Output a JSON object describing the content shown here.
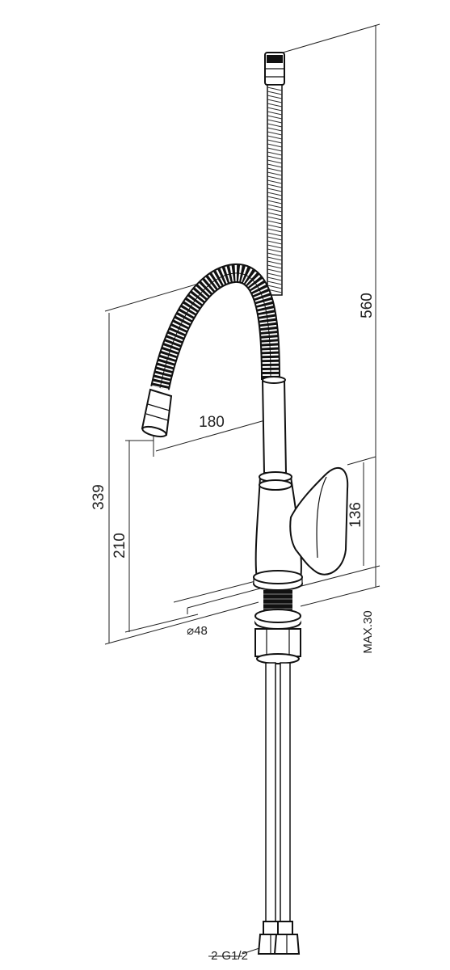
{
  "diagram": {
    "dimensions": {
      "total_height": "560",
      "spout_height": "339",
      "outlet_height": "210",
      "spout_reach": "180",
      "handle_height": "136",
      "base_diameter": "⌀48",
      "max_counter_thickness": "MAX.30",
      "connection": "2-G1/2"
    }
  }
}
